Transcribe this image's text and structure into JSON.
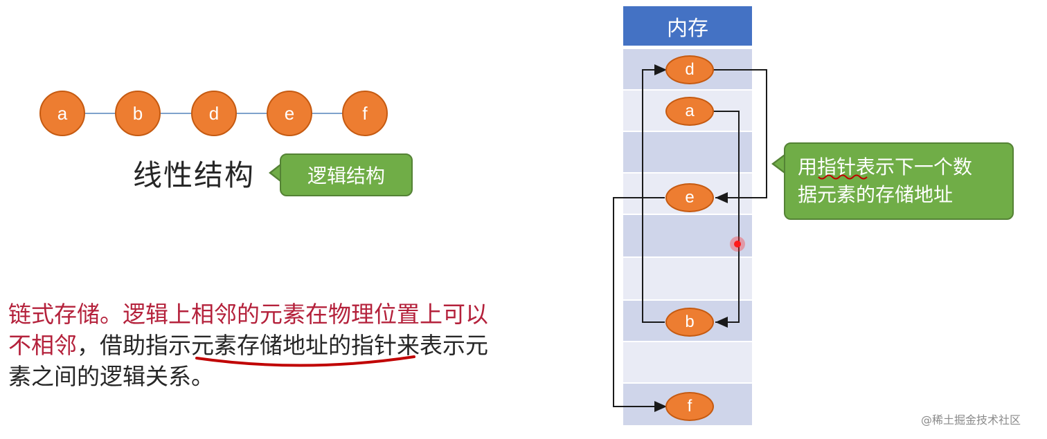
{
  "linear": {
    "nodes": [
      "a",
      "b",
      "d",
      "e",
      "f"
    ],
    "title": "线性结构",
    "callout": "逻辑结构"
  },
  "description": {
    "line1_red": "链式存储。逻辑上相邻的元素在物理位置上可以",
    "line2_red": "不相邻",
    "line2_rest": "，借助指示元素存储地址的指针来表示元",
    "line3": "素之间的逻辑关系。"
  },
  "memory": {
    "header": "内存",
    "nodes": [
      "d",
      "a",
      "e",
      "b",
      "f"
    ]
  },
  "pointer_callout": {
    "line1": "用指针表示下一个数",
    "line2": "据元素的存储地址"
  },
  "watermark": "@稀土掘金技术社区",
  "colors": {
    "node_fill": "#ed7d31",
    "callout_green": "#70ad47",
    "header_blue": "#4472c4",
    "text_red": "#b4213b",
    "underline_red": "#c00000"
  }
}
